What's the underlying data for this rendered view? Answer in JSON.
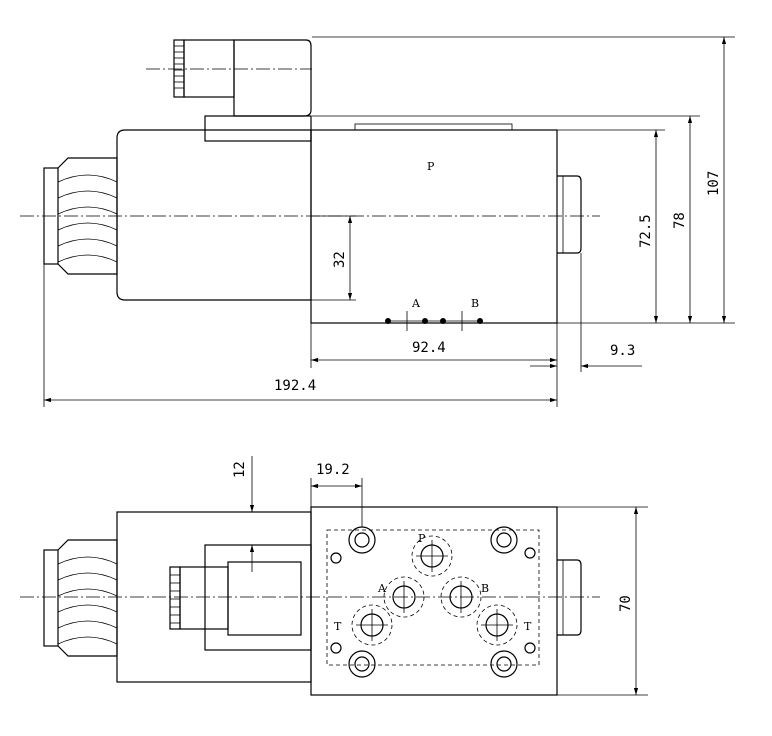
{
  "side_view": {
    "port_p": "P",
    "port_a": "A",
    "port_b": "B",
    "dim_height_total": "107",
    "dim_height_body": "78",
    "dim_height_mid": "72.5",
    "dim_center": "32",
    "dim_body_width": "92.4",
    "dim_offset": "9.3",
    "dim_total_length": "192.4"
  },
  "top_view": {
    "dim_12": "12",
    "dim_19_2": "19.2",
    "dim_70": "70",
    "port_p": "P",
    "port_a": "A",
    "port_b": "B",
    "port_t_left": "T",
    "port_t_right": "T"
  }
}
